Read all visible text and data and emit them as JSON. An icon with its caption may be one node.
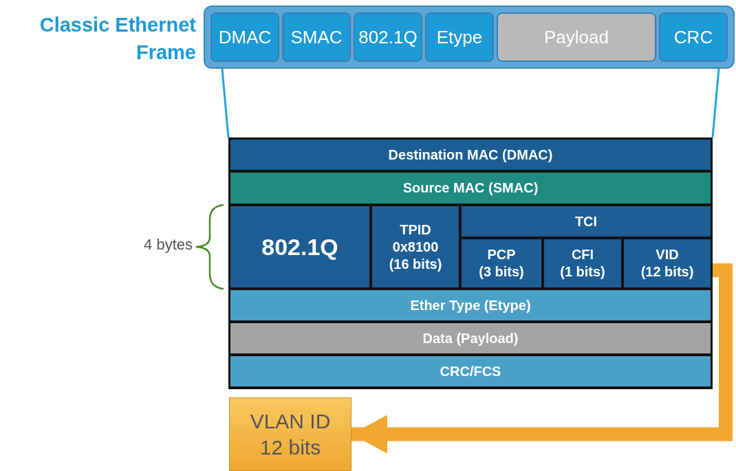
{
  "diagram": {
    "nodes": [
      {
        "text": [
          "Classic Ethernet Frame"
        ]
      },
      {
        "text": [
          "DMAC"
        ],
        "in": 0
      },
      {
        "text": [
          "SMAC"
        ],
        "in": 0
      },
      {
        "text": [
          "802.1Q"
        ],
        "in": 0
      },
      {
        "text": [
          "Etype"
        ],
        "in": 0
      },
      {
        "text": [
          "Payload"
        ],
        "in": 0
      },
      {
        "text": [
          "CRC"
        ],
        "in": 0
      },
      {
        "text": [],
        "shape": "box"
      },
      {
        "text": [
          "Destination MAC (DMAC)"
        ],
        "in": 7
      },
      {
        "text": [
          "Source MAC (SMAC)"
        ],
        "in": 7
      },
      {
        "text": [
          "802.1Q"
        ],
        "in": 7
      },
      {
        "text": [
          "TPID 0x8100",
          "(16 bits)"
        ],
        "in": 7
      },
      {
        "text": [
          "TCI"
        ],
        "in": 7
      },
      {
        "text": [
          "PCP",
          "(3 bits)"
        ],
        "in": 7
      },
      {
        "text": [
          "CFI",
          "(1 bits)"
        ],
        "in": 7
      },
      {
        "text": [
          "VID",
          "(12 bits)"
        ],
        "in": 7
      },
      {
        "text": [
          "Ether Type (Etype)"
        ],
        "in": 7
      },
      {
        "text": [
          "Data (Payload)"
        ],
        "in": 7
      },
      {
        "text": [
          "CRC/FCS"
        ],
        "in": 7
      },
      {
        "text": [
          "VLAN ID",
          "12 bits"
        ]
      }
    ],
    "edges": [
      {
        "from": 0,
        "to": 7,
        "arrow": "none"
      },
      {
        "from": 0,
        "to": 7,
        "arrow": "none"
      },
      {
        "from": 15,
        "to": 19,
        "arrow": "to",
        "style": "thick",
        "color": "#f0a830"
      }
    ],
    "labels": [
      "4 bytes"
    ]
  }
}
